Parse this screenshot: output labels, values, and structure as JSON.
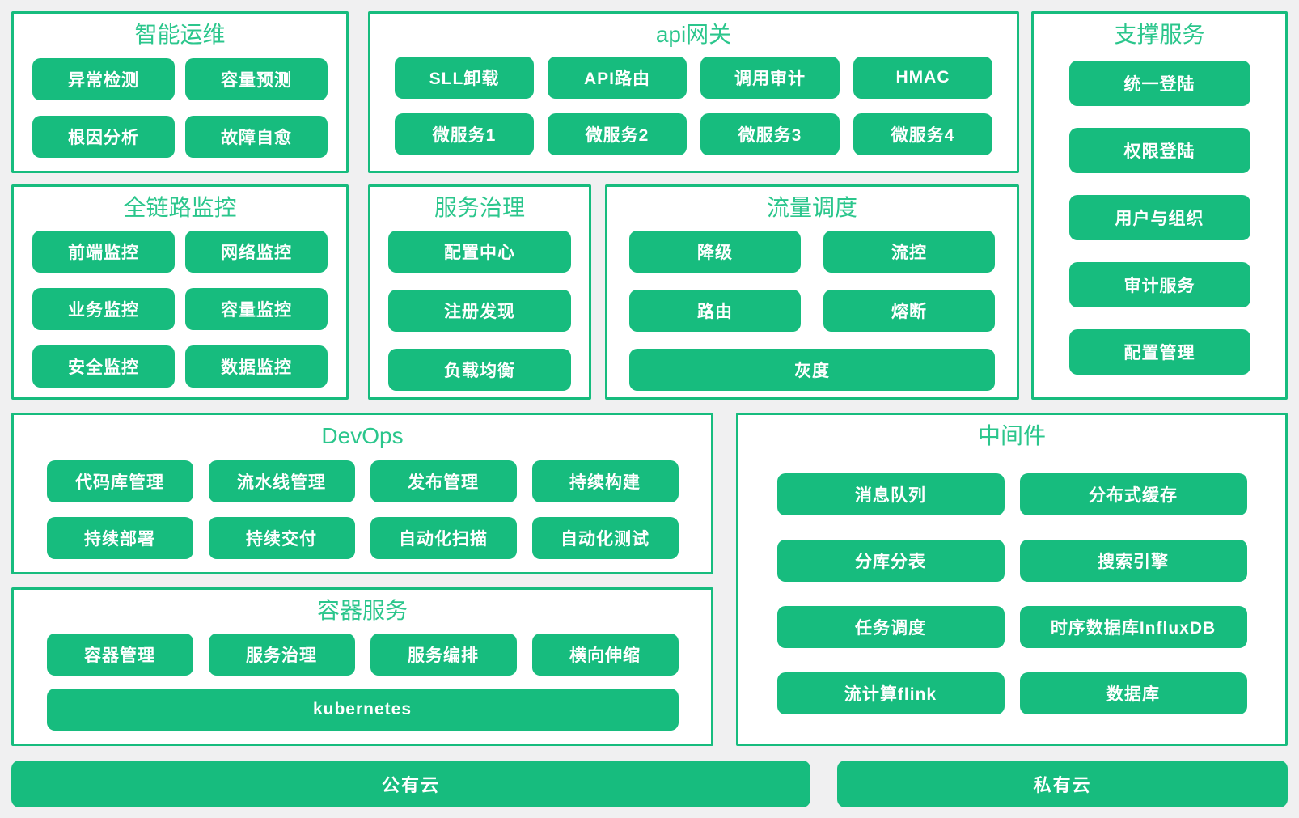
{
  "colors": {
    "accent_green": "#17bc7e",
    "title_green": "#2bc68c",
    "page_background": "#f0f0f1",
    "panel_background": "#ffffff",
    "block_text": "#ffffff"
  },
  "panels": {
    "intelligent_ops": {
      "title": "智能运维",
      "items": [
        "异常检测",
        "容量预测",
        "根因分析",
        "故障自愈"
      ]
    },
    "api_gateway": {
      "title": "api网关",
      "items": [
        "SLL卸载",
        "API路由",
        "调用审计",
        "HMAC",
        "微服务1",
        "微服务2",
        "微服务3",
        "微服务4"
      ]
    },
    "support_services": {
      "title": "支撑服务",
      "items": [
        "统一登陆",
        "权限登陆",
        "用户与组织",
        "审计服务",
        "配置管理"
      ]
    },
    "full_link_monitoring": {
      "title": "全链路监控",
      "items": [
        "前端监控",
        "网络监控",
        "业务监控",
        "容量监控",
        "安全监控",
        "数据监控"
      ]
    },
    "service_governance": {
      "title": "服务治理",
      "items": [
        "配置中心",
        "注册发现",
        "负载均衡"
      ]
    },
    "traffic_scheduling": {
      "title": "流量调度",
      "items": [
        "降级",
        "流控",
        "路由",
        "熔断",
        "灰度"
      ]
    },
    "devops": {
      "title": "DevOps",
      "items": [
        "代码库管理",
        "流水线管理",
        "发布管理",
        "持续构建",
        "持续部署",
        "持续交付",
        "自动化扫描",
        "自动化测试"
      ]
    },
    "container_services": {
      "title": "容器服务",
      "items": [
        "容器管理",
        "服务治理",
        "服务编排",
        "横向伸缩",
        "kubernetes"
      ]
    },
    "middleware": {
      "title": "中间件",
      "items": [
        "消息队列",
        "分布式缓存",
        "分库分表",
        "搜索引擎",
        "任务调度",
        "时序数据库InfluxDB",
        "流计算flink",
        "数据库"
      ]
    }
  },
  "cloud_bar": {
    "public_cloud": "公有云",
    "private_cloud": "私有云"
  }
}
